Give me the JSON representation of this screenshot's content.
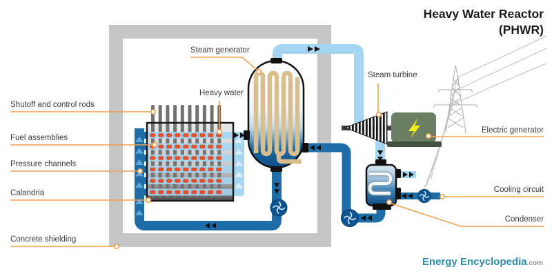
{
  "title": {
    "line1": "Heavy Water Reactor",
    "line2": "(PHWR)"
  },
  "labels": {
    "shutoff": "Shutoff and control rods",
    "fuel": "Fuel assemblies",
    "pressure": "Pressure channels",
    "calandria": "Calandria",
    "concrete": "Concrete shielding",
    "steam_generator": "Steam generator",
    "heavy_water": "Heavy water",
    "steam_turbine": "Steam turbine",
    "electric_generator": "Electric generator",
    "cooling_circuit": "Cooling circuit",
    "condenser": "Condenser"
  },
  "logo": {
    "name": "Energy Encyclopedia",
    "tld": ".com"
  },
  "colors": {
    "leader_orange": "#F0A04A",
    "pipe_dark_blue": "#1E6CA8",
    "pipe_light_blue": "#A6D5F2",
    "fuel_rod_orange": "#E2512B",
    "concrete_gray": "#C6C6C6",
    "control_rod_gray": "#727272",
    "generator_green": "#6D7F63",
    "lightning_yellow": "#EFF01C",
    "coil_tan": "#D9BF8E",
    "pump_blue": "#0D5591",
    "logo_teal": "#2B8DA6"
  },
  "icons": {
    "pump": "pump-impeller-icon",
    "lightning": "lightning-bolt-icon",
    "flow_arrow": "flow-arrow-icon",
    "tower": "transmission-tower-icon"
  }
}
